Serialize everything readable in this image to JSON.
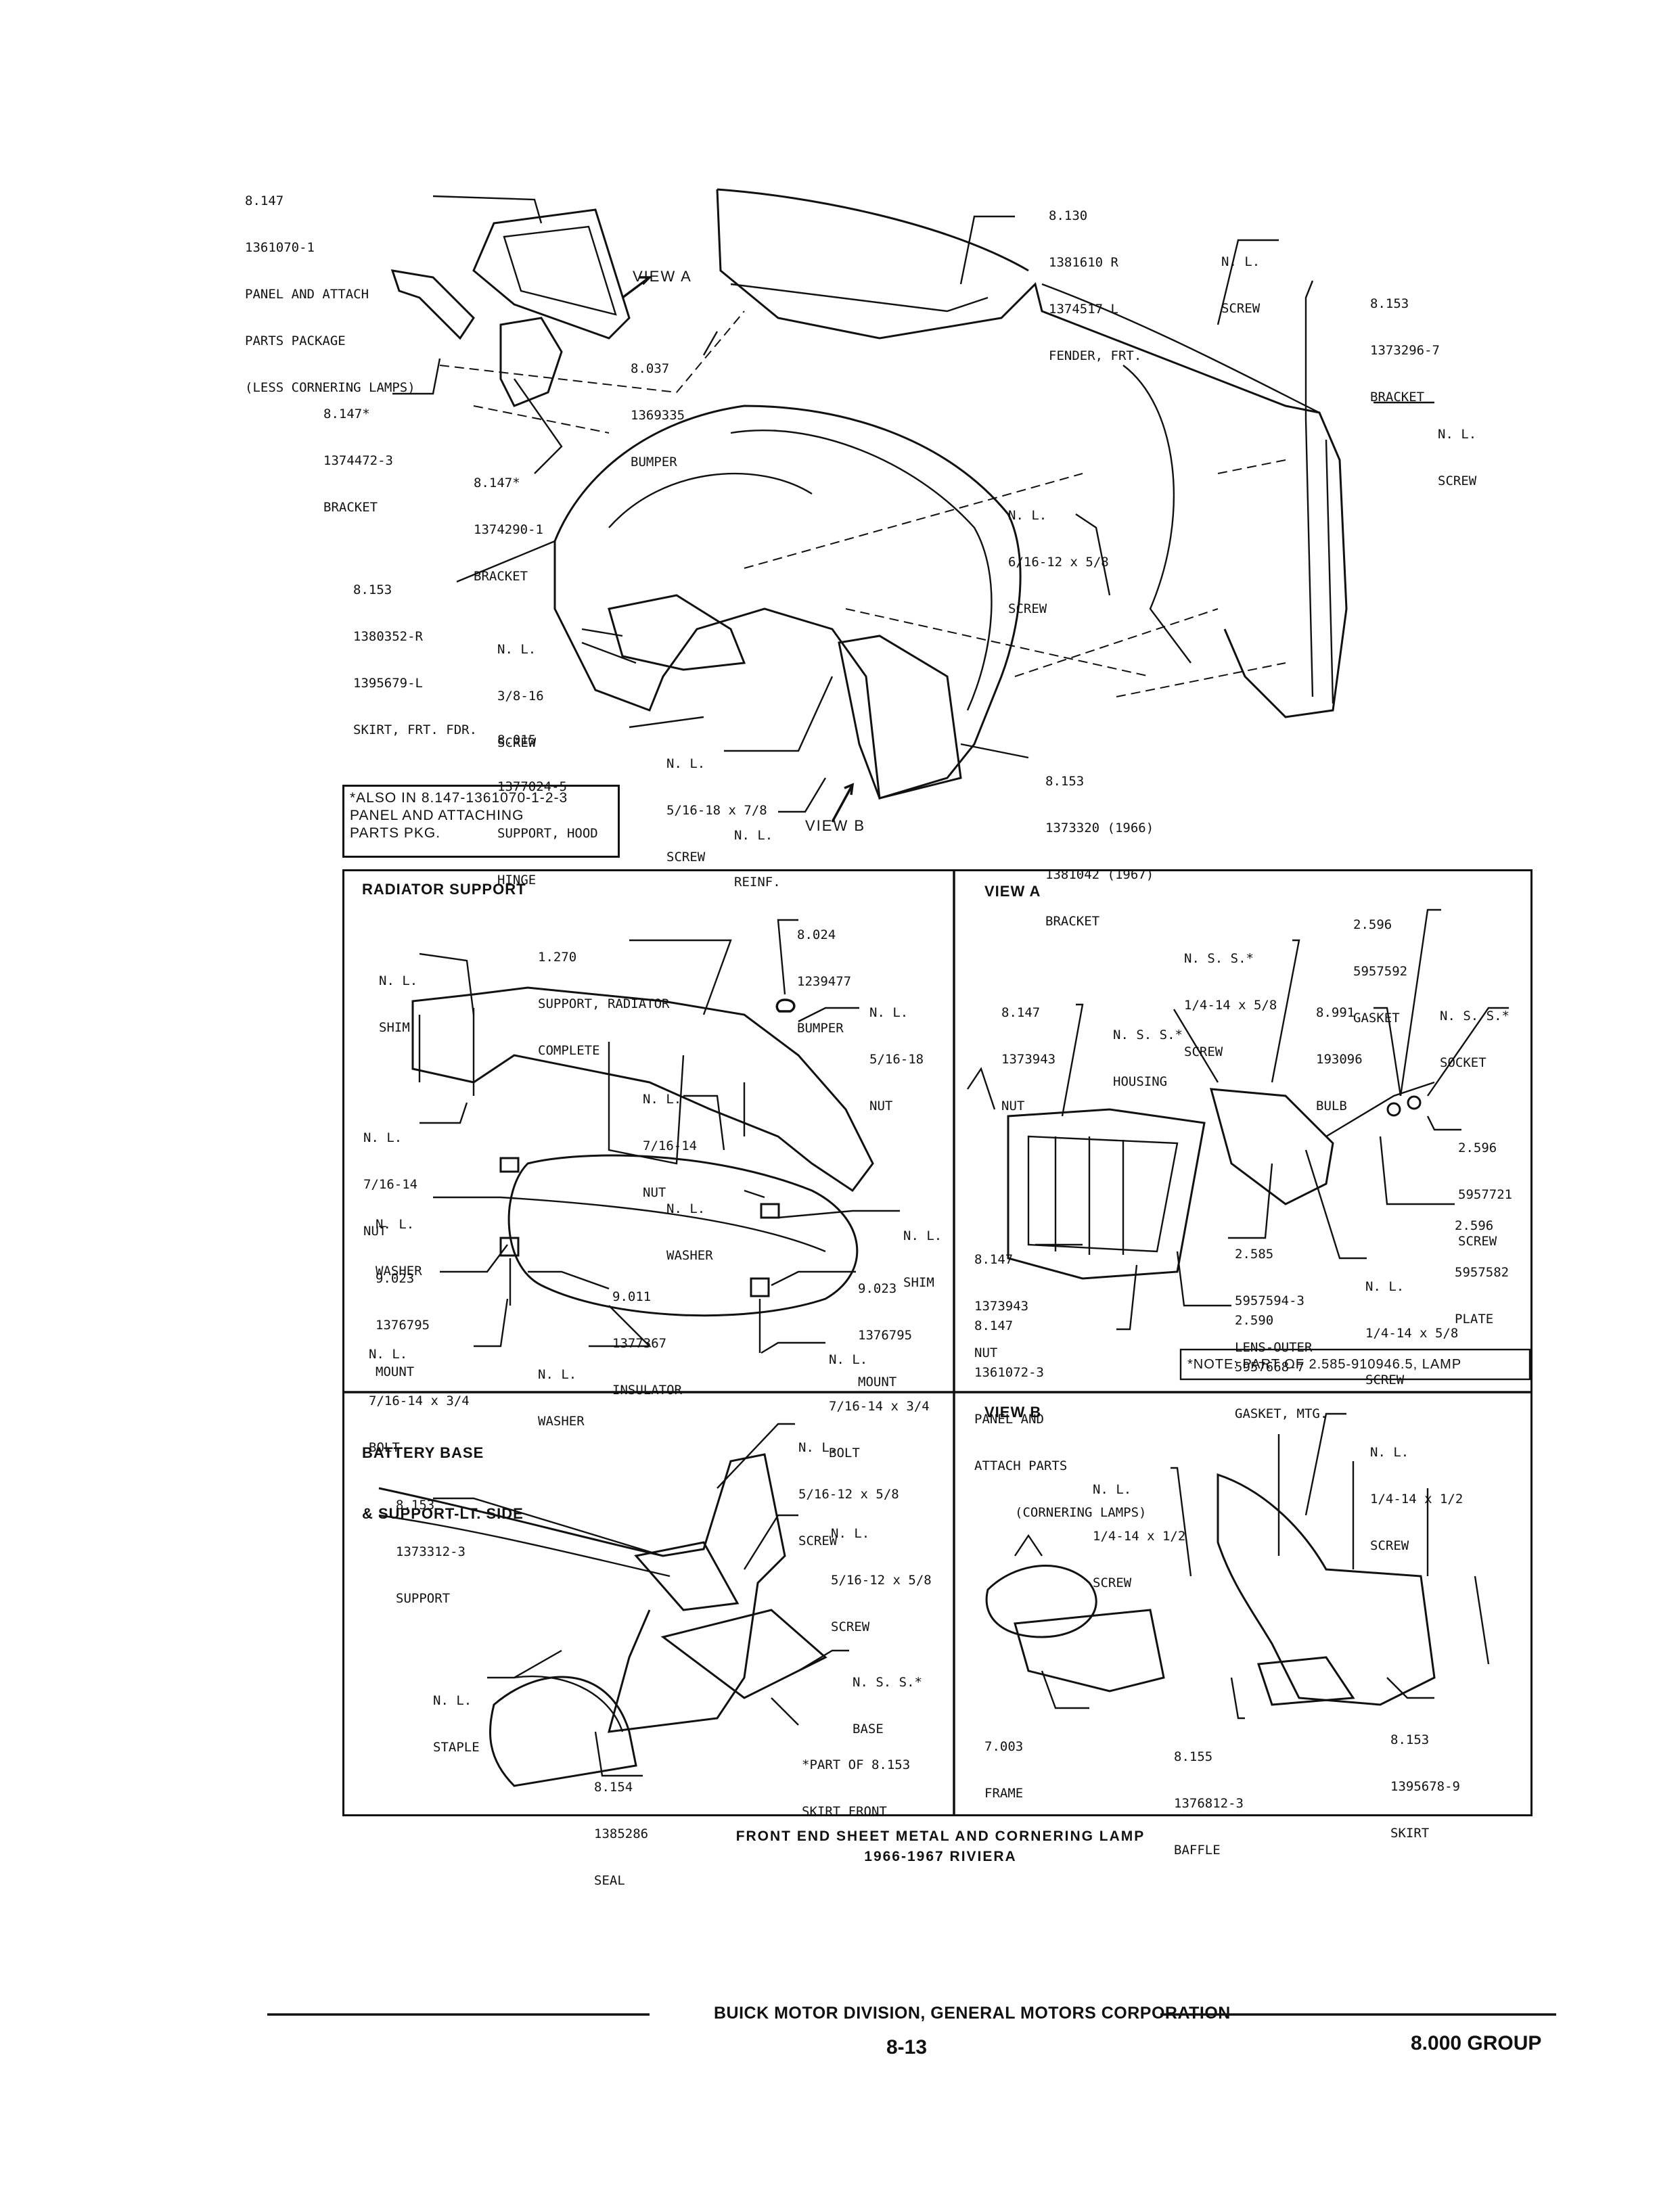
{
  "main_diagram": {
    "callouts": {
      "panel_package": [
        "8.147",
        "1361070-1",
        "PANEL AND ATTACH",
        "PARTS PACKAGE",
        "(LESS CORNERING LAMPS)"
      ],
      "fender": [
        "8.130",
        "1381610 R",
        "1374517 L",
        "FENDER, FRT."
      ],
      "nl_screw_top": [
        "N. L.",
        "SCREW"
      ],
      "bracket_1373296": [
        "8.153",
        "1373296-7",
        "BRACKET"
      ],
      "nl_screw_right": [
        "N. L.",
        "SCREW"
      ],
      "bumper_1369335": [
        "8.037",
        "1369335",
        "BUMPER"
      ],
      "bracket_1374472": [
        "8.147*",
        "1374472-3",
        "BRACKET"
      ],
      "bracket_1374290": [
        "8.147*",
        "1374290-1",
        "BRACKET"
      ],
      "nl_screw_6_16": [
        "N. L.",
        "6/16-12 x 5/8",
        "SCREW"
      ],
      "skirt_front": [
        "8.153",
        "1380352-R",
        "1395679-L",
        "SKIRT, FRT. FDR."
      ],
      "nl_screw_3_8": [
        "N. L.",
        "3/8-16",
        "SCREW"
      ],
      "support_hood_hinge": [
        "8.015",
        "1377024-5",
        "SUPPORT, HOOD",
        "HINGE"
      ],
      "nl_screw_5_16": [
        "N. L.",
        "5/16-18 x 7/8",
        "SCREW"
      ],
      "bracket_1373320": [
        "8.153",
        "1373320 (1966)",
        "1381042 (1967)",
        "BRACKET"
      ],
      "nl_reinf": [
        "N. L.",
        "REINF."
      ]
    },
    "view_a_label": "VIEW A",
    "view_b_label": "VIEW B",
    "also_note": [
      "*ALSO IN 8.147-1361070-1-2-3",
      "PANEL AND ATTACHING",
      "PARTS PKG."
    ]
  },
  "radiator_support": {
    "title": "RADIATOR SUPPORT",
    "callouts": {
      "bumper": [
        "8.024",
        "1239477",
        "BUMPER"
      ],
      "support_radiator": [
        "1.270",
        "SUPPORT, RADIATOR",
        "COMPLETE"
      ],
      "nl_shim_top": [
        "N. L.",
        "SHIM"
      ],
      "nl_nut_5_16": [
        "N. L.",
        "5/16-18",
        "NUT"
      ],
      "nl_nut_7_16_inner": [
        "N. L.",
        "7/16-14",
        "NUT"
      ],
      "nl_nut_7_16_left": [
        "N. L.",
        "7/16-14",
        "NUT"
      ],
      "nl_washer_center": [
        "N. L.",
        "WASHER"
      ],
      "nl_shim_right": [
        "N. L.",
        "SHIM"
      ],
      "nl_washer_left": [
        "N. L.",
        "WASHER"
      ],
      "mount_left": [
        "9.023",
        "1376795",
        "MOUNT"
      ],
      "insulator": [
        "9.011",
        "1377367",
        "INSULATOR"
      ],
      "mount_right": [
        "9.023",
        "1376795",
        "MOUNT"
      ],
      "nl_bolt_left": [
        "N. L.",
        "7/16-14 x 3/4",
        "BOLT"
      ],
      "nl_washer_bottom": [
        "N. L.",
        "WASHER"
      ],
      "nl_bolt_right": [
        "N. L.",
        "7/16-14 x 3/4",
        "BOLT"
      ]
    }
  },
  "view_a": {
    "title": "VIEW A",
    "callouts": {
      "gasket_5957592": [
        "2.596",
        "5957592",
        "GASKET"
      ],
      "nss_screw": [
        "N. S. S.*",
        "1/4-14 x 5/8",
        "SCREW"
      ],
      "nut_1373943_top": [
        "8.147",
        "1373943",
        "NUT"
      ],
      "nss_housing": [
        "N. S. S.*",
        "HOUSING"
      ],
      "bulb": [
        "8.991",
        "193096",
        "BULB"
      ],
      "nss_socket": [
        "N. S. S.*",
        "SOCKET"
      ],
      "screw_5957721": [
        "2.596",
        "5957721",
        "SCREW"
      ],
      "plate_5957582": [
        "2.596",
        "5957582",
        "PLATE"
      ],
      "nut_1373943_bottom": [
        "8.147",
        "1373943",
        "NUT"
      ],
      "lens_outer": [
        "2.585",
        "5957594-3",
        "LENS-OUTER"
      ],
      "nl_screw": [
        "N. L.",
        "1/4-14 x 5/8",
        "SCREW"
      ],
      "gasket_mtg": [
        "2.590",
        "5957668-7",
        "GASKET, MTG."
      ],
      "panel_attach": [
        "8.147",
        "1361072-3",
        "PANEL AND",
        "ATTACH PARTS",
        "(CORNERING LAMPS)"
      ]
    },
    "note": "*NOTE: PART OF 2.585-910946.5, LAMP"
  },
  "battery_base": {
    "title": [
      "BATTERY BASE",
      "& SUPPORT-LT. SIDE"
    ],
    "callouts": {
      "nl_screw_top": [
        "N. L.",
        "5/16-12 x 5/8",
        "SCREW"
      ],
      "support": [
        "8.153",
        "1373312-3",
        "SUPPORT"
      ],
      "nl_screw_mid": [
        "N. L.",
        "5/16-12 x 5/8",
        "SCREW"
      ],
      "nss_base": [
        "N. S. S.*",
        "BASE"
      ],
      "nl_staple": [
        "N. L.",
        "STAPLE"
      ],
      "part_note": [
        "*PART OF 8.153",
        "SKIRT FRONT"
      ],
      "seal": [
        "8.154",
        "1385286",
        "SEAL"
      ]
    }
  },
  "view_b": {
    "title": "VIEW B",
    "callouts": {
      "nl_screw_right": [
        "N. L.",
        "1/4-14 x 1/2",
        "SCREW"
      ],
      "nl_screw_left": [
        "N. L.",
        "1/4-14 x 1/2",
        "SCREW"
      ],
      "frame": [
        "7.003",
        "FRAME"
      ],
      "baffle": [
        "8.155",
        "1376812-3",
        "BAFFLE"
      ],
      "skirt": [
        "8.153",
        "1395678-9",
        "SKIRT"
      ]
    }
  },
  "caption": [
    "FRONT END SHEET METAL AND CORNERING LAMP",
    "1966-1967 RIVIERA"
  ],
  "footer": {
    "division": "BUICK MOTOR DIVISION, GENERAL MOTORS CORPORATION",
    "page_number": "8-13",
    "group": "8.000 GROUP"
  }
}
